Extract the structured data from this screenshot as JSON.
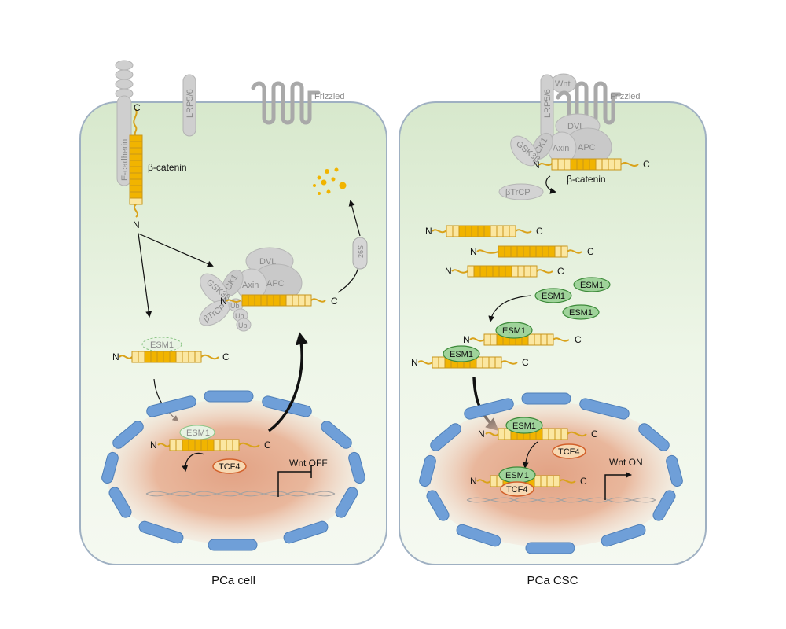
{
  "colors": {
    "cell_fill_top": "#dcebd3",
    "cell_fill_bottom": "#f3f8ef",
    "cell_border": "#9aaabb",
    "catenin_dark": "#f1b400",
    "catenin_light": "#fbe7a1",
    "protein_gray": "#cfcfcf",
    "esm1_green": "#9fd39a",
    "esm1_ghost": "#e8f3e3",
    "tcf4_orange": "#f7d8b2",
    "nucleus_core": "#e3a888",
    "nuclear_pore": "#6f9fd8",
    "dna_gray": "#a2a2a2",
    "arrow": "#111111"
  },
  "left_panel": {
    "caption": "PCa cell",
    "receptors": {
      "ecadherin": "E-cadherin",
      "lrp": "LRP5/6",
      "frizzled": "Frizzled"
    },
    "beta_catenin": "β-catenin",
    "n_label": "N",
    "c_label": "C",
    "complex": {
      "dvl": "DVL",
      "axin": "Axin",
      "apc": "APC",
      "gsk": "GSK3β",
      "ck1": "CK1",
      "btrcp": "βTrCP",
      "ub": "Ub"
    },
    "proteasome": "26S",
    "esm1": "ESM1",
    "tcf4": "TCF4",
    "wnt_status": "Wnt OFF"
  },
  "right_panel": {
    "caption": "PCa CSC",
    "receptors": {
      "wnt": "Wnt",
      "lrp": "LRP5/6",
      "frizzled": "Frizzled"
    },
    "beta_catenin": "β-catenin",
    "n_label": "N",
    "c_label": "C",
    "complex": {
      "dvl": "DVL",
      "axin": "Axin",
      "apc": "APC",
      "gsk": "GSK3β",
      "ck1": "CK1",
      "btrcp": "βTrCP"
    },
    "esm1": "ESM1",
    "tcf4": "TCF4",
    "wnt_status": "Wnt ON"
  }
}
